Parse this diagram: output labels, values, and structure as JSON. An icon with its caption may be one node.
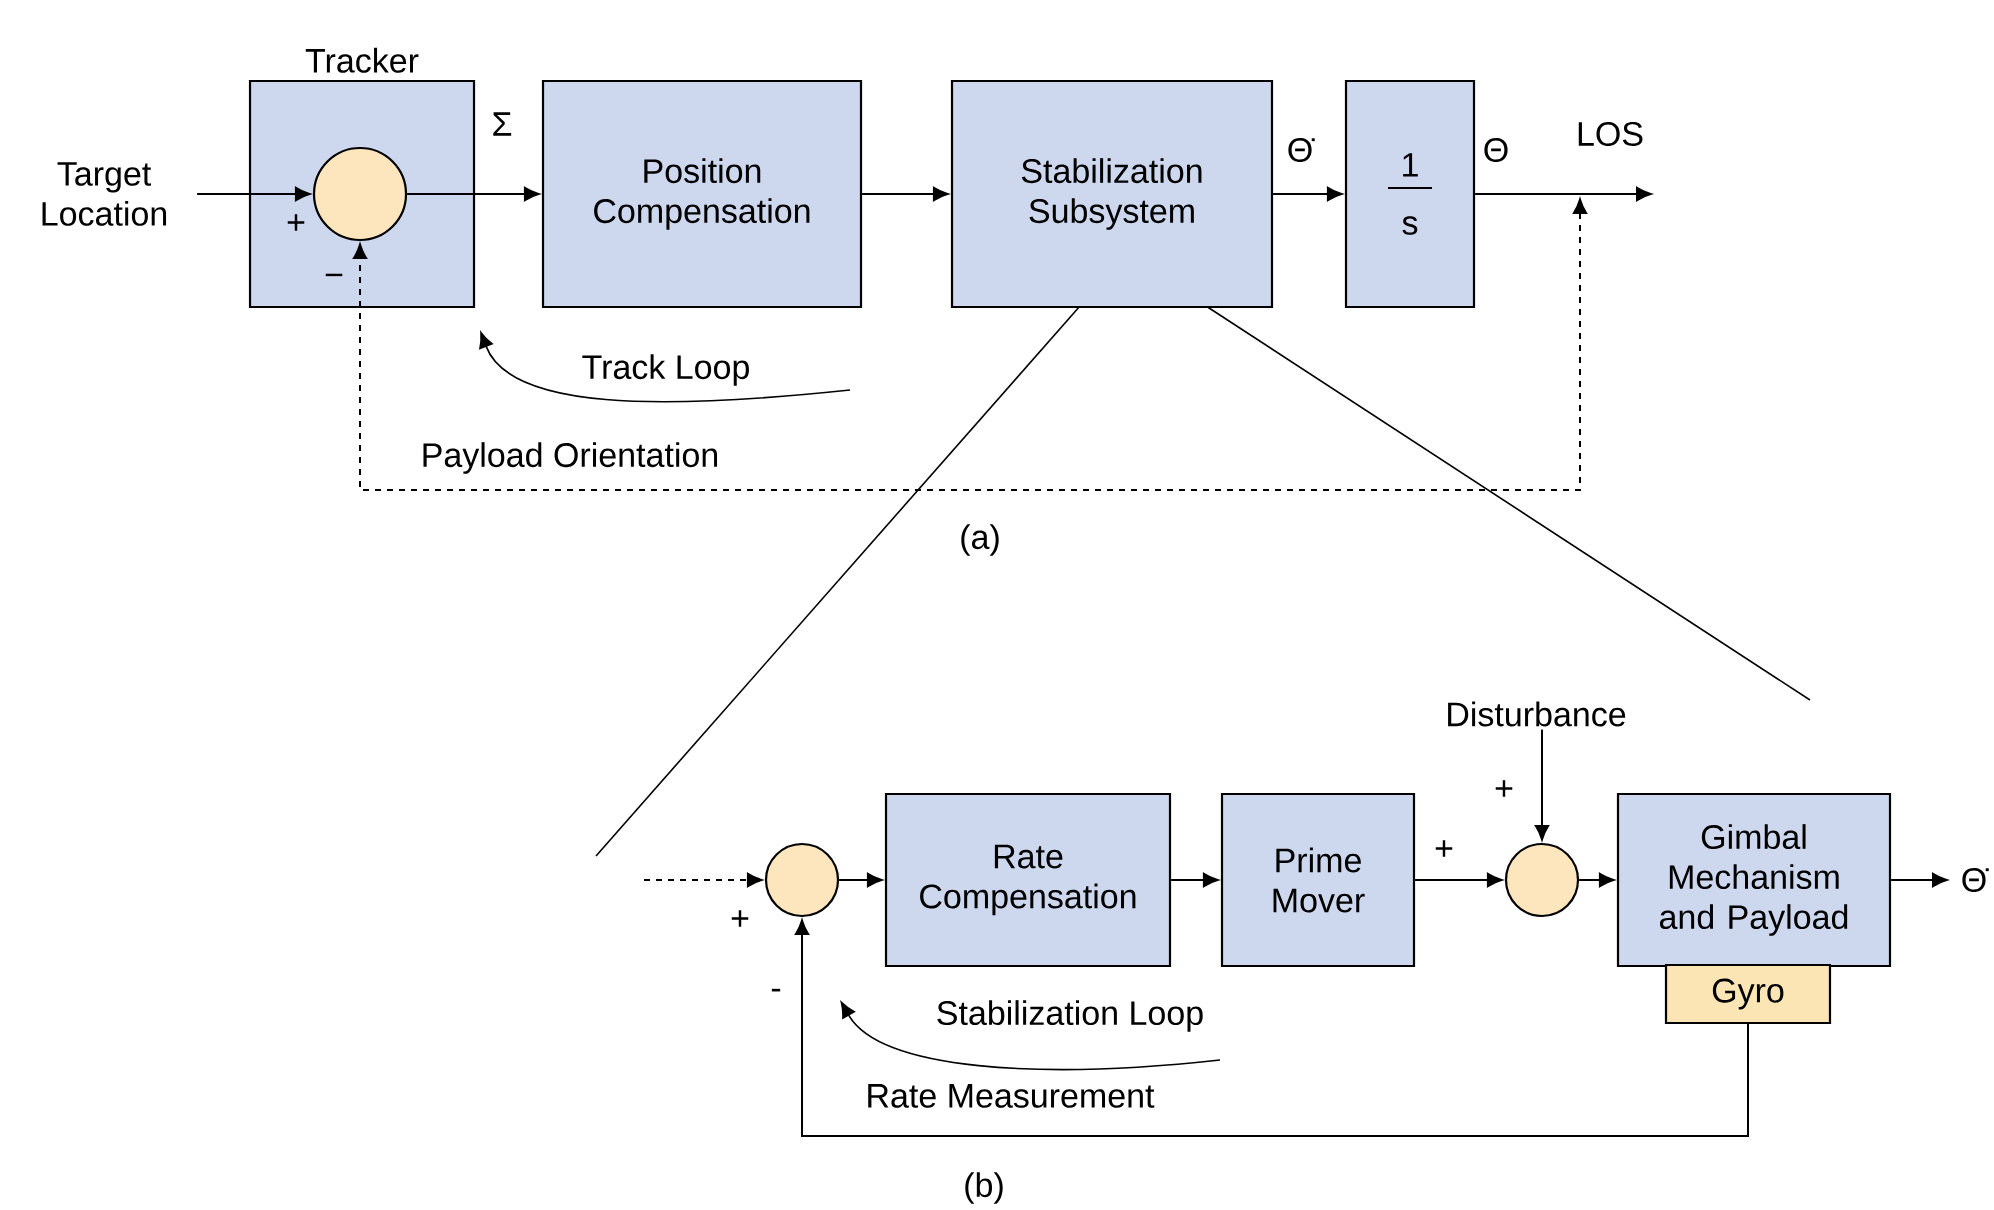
{
  "diagram": {
    "nodes": [
      {
        "text": [
          "Tracker"
        ]
      },
      {
        "text": [],
        "shape": "circle",
        "in": 0
      },
      {
        "text": [
          "Target Location"
        ]
      },
      {
        "text": [
          "Position Compensation"
        ]
      },
      {
        "text": [
          "Stabilization Subsystem"
        ]
      },
      {
        "text": [
          "1",
          "s"
        ]
      },
      {
        "text": [],
        "shape": "circle"
      },
      {
        "text": [
          "Rate Compensation"
        ]
      },
      {
        "text": [
          "Prime Mover"
        ]
      },
      {
        "text": [],
        "shape": "circle"
      },
      {
        "text": [
          "Disturbance"
        ]
      },
      {
        "text": [
          "Gimbal Mechanism and Payload"
        ]
      },
      {
        "text": [
          "Gyro"
        ]
      }
    ],
    "edges": [
      {
        "from": 2,
        "to": 1,
        "arrow": "to"
      },
      {
        "from": 1,
        "to": 3,
        "arrow": "to"
      },
      {
        "from": 3,
        "to": 4,
        "arrow": "to"
      },
      {
        "from": 4,
        "to": 5,
        "arrow": "to",
        "label": "Θ̇"
      },
      {
        "from": 5,
        "to": null,
        "arrow": "to",
        "label": "Θ"
      },
      {
        "from": null,
        "to": 1,
        "arrow": "both",
        "style": "dashed",
        "label": "Payload Orientation"
      },
      {
        "from": null,
        "to": 6,
        "arrow": "to",
        "style": "dashed"
      },
      {
        "from": 6,
        "to": 7,
        "arrow": "to"
      },
      {
        "from": 7,
        "to": 8,
        "arrow": "to"
      },
      {
        "from": 8,
        "to": 9,
        "arrow": "to"
      },
      {
        "from": 10,
        "to": 9,
        "arrow": "to"
      },
      {
        "from": 9,
        "to": 11,
        "arrow": "to"
      },
      {
        "from": 11,
        "to": null,
        "arrow": "to",
        "label": "Θ̇"
      },
      {
        "from": 12,
        "to": 6,
        "arrow": "to",
        "label": "Rate Measurement"
      }
    ],
    "labels": [
      "Σ",
      "LOS",
      "+",
      "−",
      "Track Loop",
      "(a)",
      "+",
      "+",
      "+",
      "-",
      "Stabilization Loop",
      "(b)"
    ]
  }
}
